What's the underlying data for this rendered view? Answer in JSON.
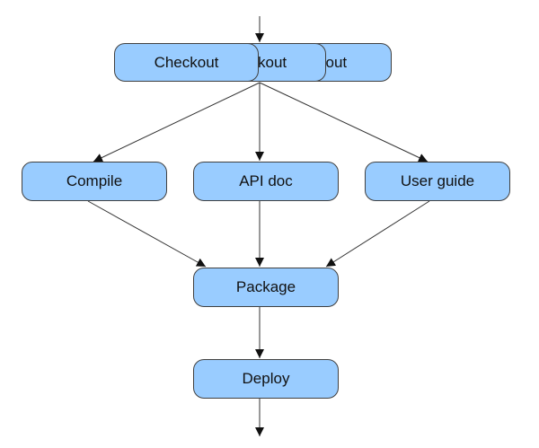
{
  "diagram": {
    "nodes": {
      "checkout_back2": "kout",
      "checkout_back1": "kout",
      "checkout": "Checkout",
      "compile": "Compile",
      "api_doc": "API doc",
      "user_guide": "User guide",
      "package": "Package",
      "deploy": "Deploy"
    },
    "edges": [
      {
        "from": "input",
        "to": "checkout"
      },
      {
        "from": "checkout",
        "to": "compile"
      },
      {
        "from": "checkout",
        "to": "api_doc"
      },
      {
        "from": "checkout",
        "to": "user_guide"
      },
      {
        "from": "compile",
        "to": "package"
      },
      {
        "from": "api_doc",
        "to": "package"
      },
      {
        "from": "user_guide",
        "to": "package"
      },
      {
        "from": "package",
        "to": "deploy"
      },
      {
        "from": "deploy",
        "to": "output"
      }
    ],
    "colors": {
      "node_fill": "#99ccff",
      "node_border": "#404040",
      "edge": "#333333"
    }
  }
}
